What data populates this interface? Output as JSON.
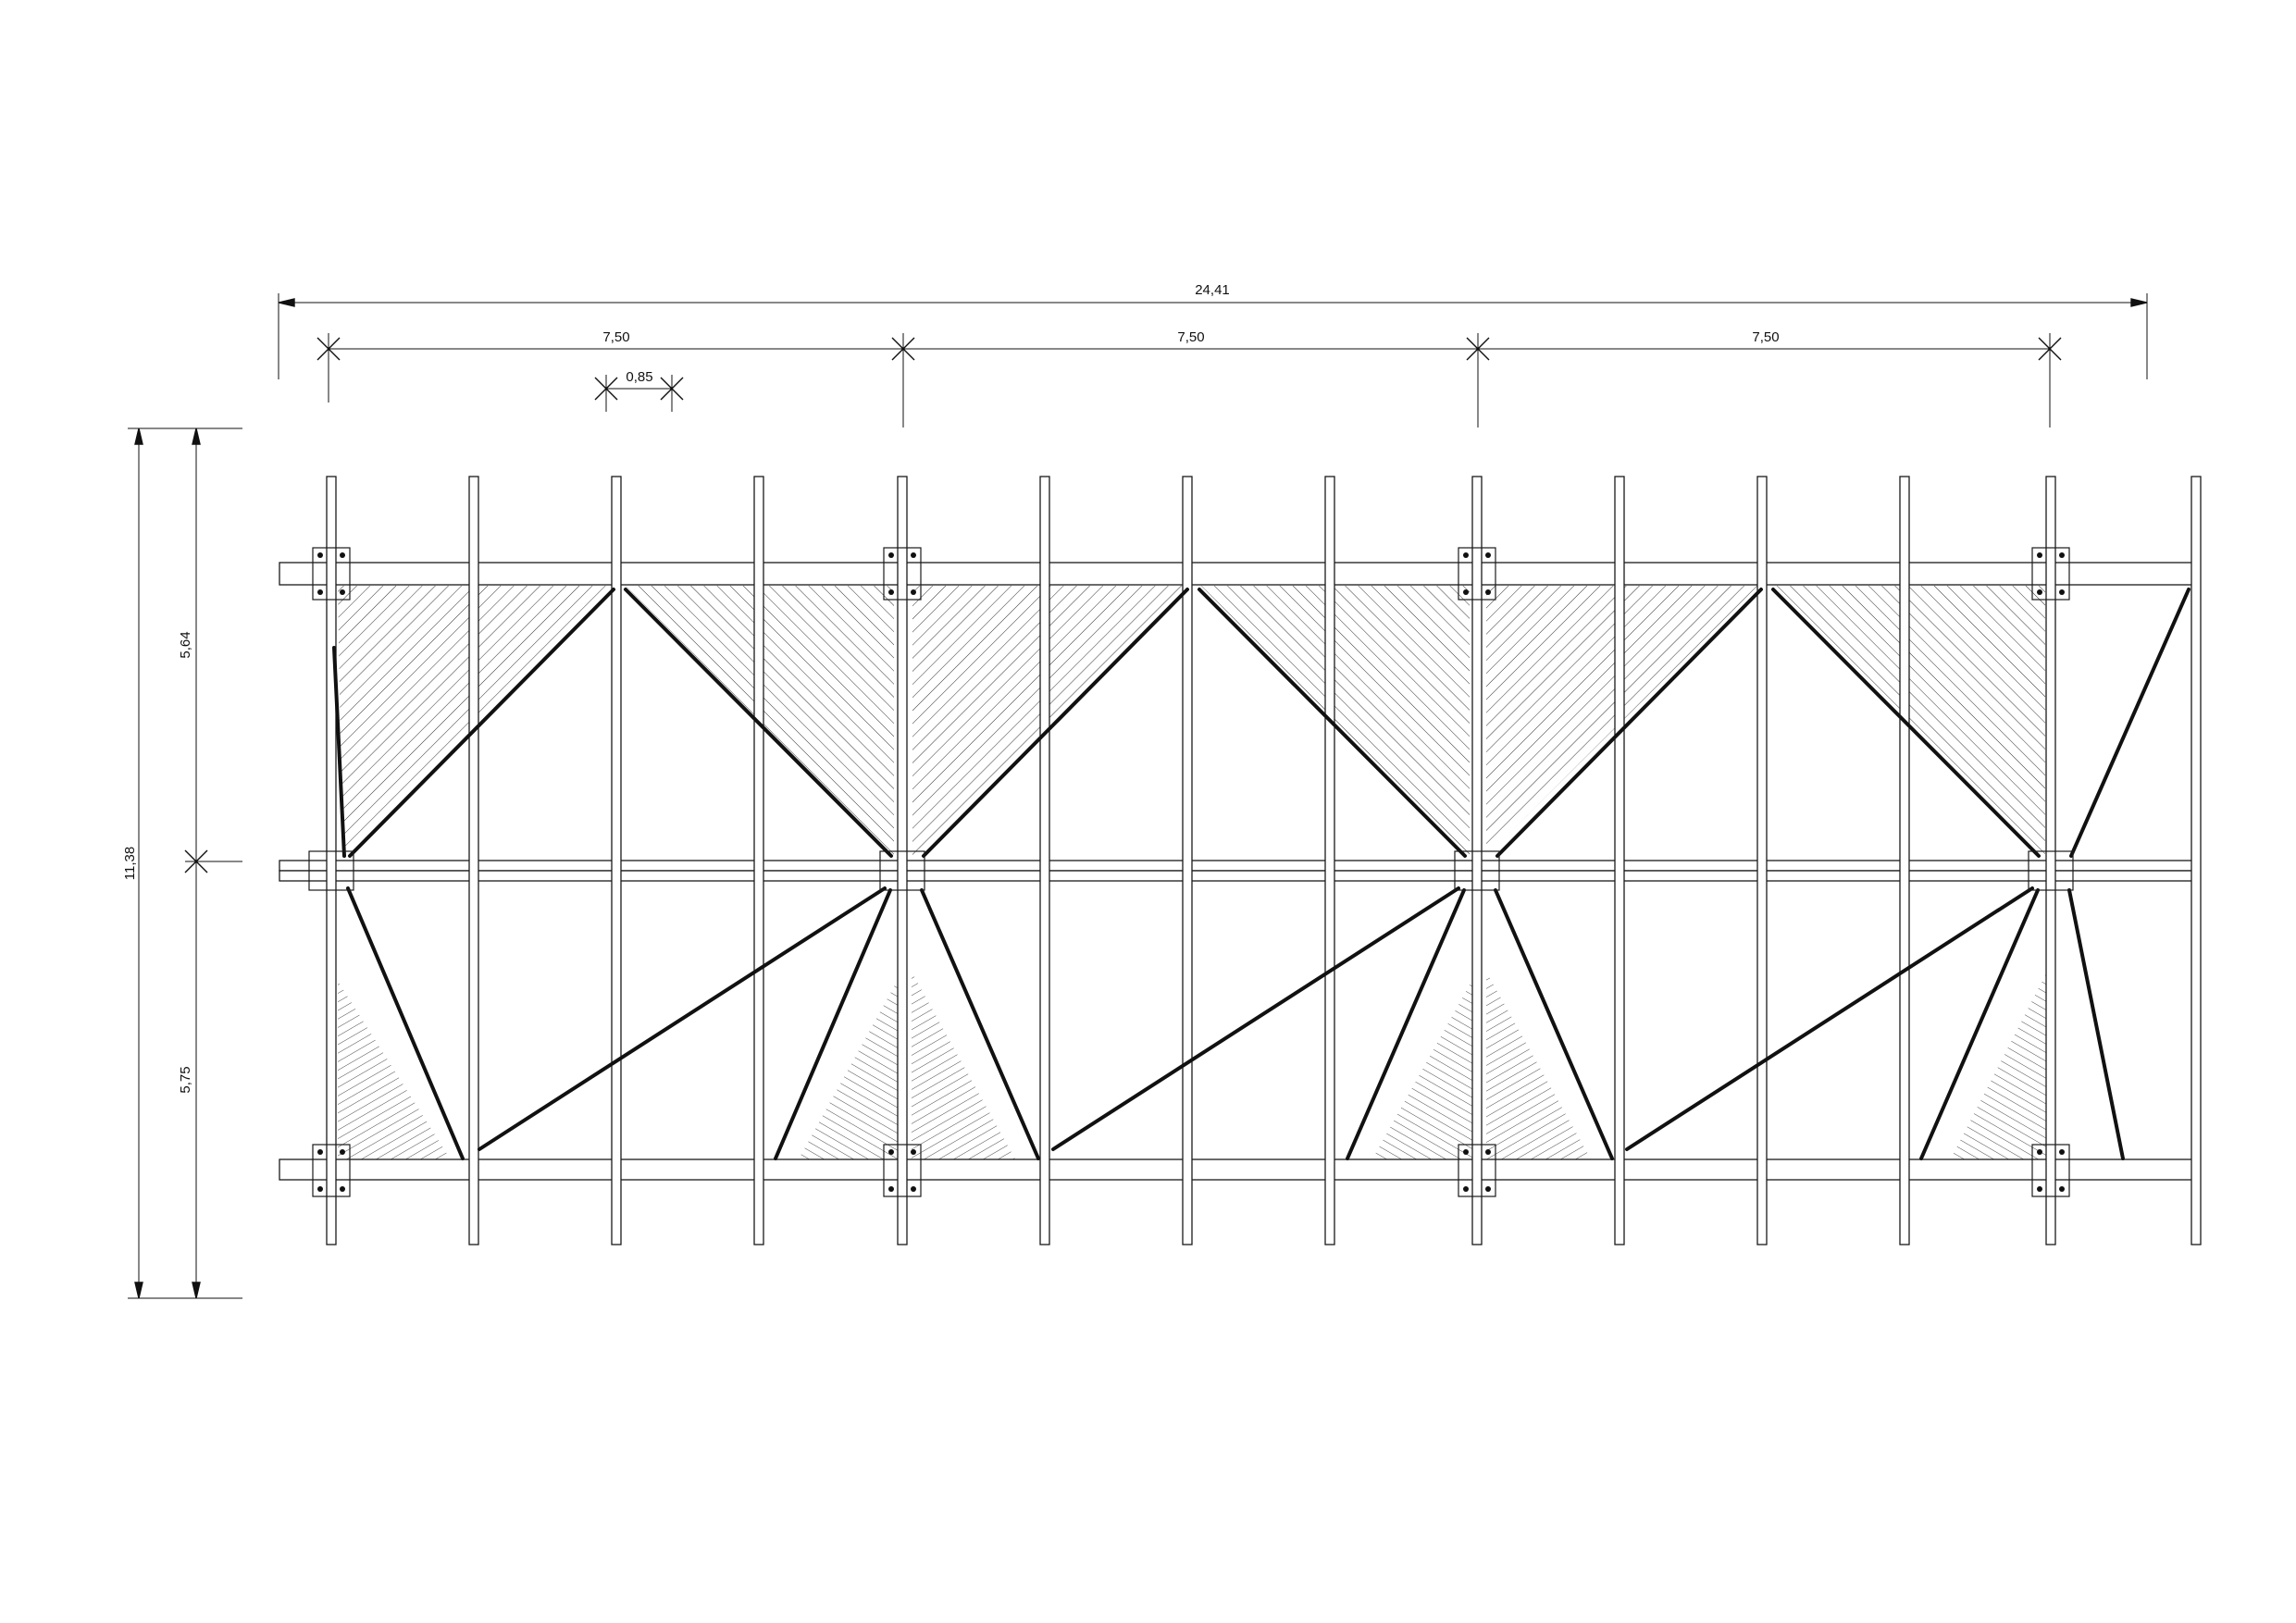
{
  "drawing": {
    "type": "structural plan / elevation",
    "line_color": "#1a1a1a",
    "hatch_color": "#333333"
  },
  "dimensions": {
    "overall_width": "24,41",
    "bay_1": "7,50",
    "bay_2": "7,50",
    "bay_3": "7,50",
    "post_spacing": "0,85",
    "overall_height": "11,38",
    "upper_height": "5,64",
    "lower_height": "5,75"
  }
}
